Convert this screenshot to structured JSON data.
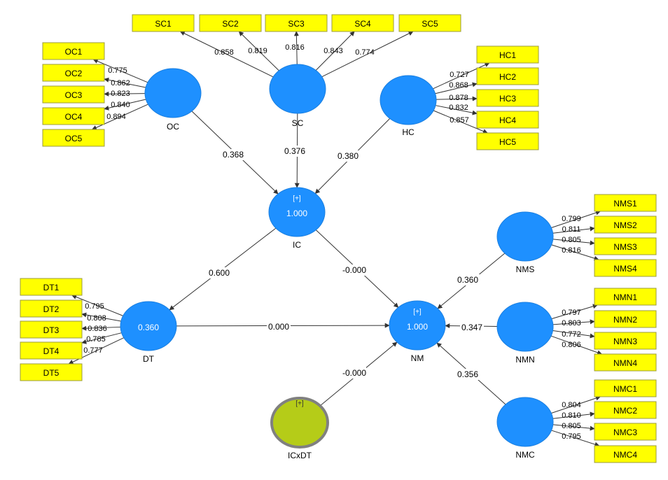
{
  "constructs": [
    {
      "id": "OC",
      "label": "OC"
    },
    {
      "id": "SC",
      "label": "SC"
    },
    {
      "id": "HC",
      "label": "HC"
    },
    {
      "id": "IC",
      "label": "IC",
      "plus": "[+]",
      "value": "1.000"
    },
    {
      "id": "DT",
      "label": "DT",
      "value": "0.360"
    },
    {
      "id": "NM",
      "label": "NM",
      "plus": "[+]",
      "value": "1.000"
    },
    {
      "id": "NMS",
      "label": "NMS"
    },
    {
      "id": "NMN",
      "label": "NMN"
    },
    {
      "id": "NMC",
      "label": "NMC"
    },
    {
      "id": "ICxDT",
      "label": "ICxDT",
      "plus": "[+]",
      "moderator": true
    }
  ],
  "indicators": {
    "SC": [
      {
        "name": "SC1",
        "loading": "0.858"
      },
      {
        "name": "SC2",
        "loading": "0.819"
      },
      {
        "name": "SC3",
        "loading": "0.816"
      },
      {
        "name": "SC4",
        "loading": "0.843"
      },
      {
        "name": "SC5",
        "loading": "0.774"
      }
    ],
    "OC": [
      {
        "name": "OC1",
        "loading": "0.775"
      },
      {
        "name": "OC2",
        "loading": "0.862"
      },
      {
        "name": "OC3",
        "loading": "0.823"
      },
      {
        "name": "OC4",
        "loading": "0.840"
      },
      {
        "name": "OC5",
        "loading": "0.894"
      }
    ],
    "HC": [
      {
        "name": "HC1",
        "loading": "0.727"
      },
      {
        "name": "HC2",
        "loading": "0.868"
      },
      {
        "name": "HC3",
        "loading": "0.878"
      },
      {
        "name": "HC4",
        "loading": "0.832"
      },
      {
        "name": "HC5",
        "loading": "0.857"
      }
    ],
    "DT": [
      {
        "name": "DT1",
        "loading": "0.795"
      },
      {
        "name": "DT2",
        "loading": "0.808"
      },
      {
        "name": "DT3",
        "loading": "0.836"
      },
      {
        "name": "DT4",
        "loading": "0.785"
      },
      {
        "name": "DT5",
        "loading": "0.777"
      }
    ],
    "NMS": [
      {
        "name": "NMS1",
        "loading": "0.799"
      },
      {
        "name": "NMS2",
        "loading": "0.811"
      },
      {
        "name": "NMS3",
        "loading": "0.805"
      },
      {
        "name": "NMS4",
        "loading": "0.816"
      }
    ],
    "NMN": [
      {
        "name": "NMN1",
        "loading": "0.797"
      },
      {
        "name": "NMN2",
        "loading": "0.803"
      },
      {
        "name": "NMN3",
        "loading": "0.772"
      },
      {
        "name": "NMN4",
        "loading": "0.806"
      }
    ],
    "NMC": [
      {
        "name": "NMC1",
        "loading": "0.804"
      },
      {
        "name": "NMC2",
        "loading": "0.810"
      },
      {
        "name": "NMC3",
        "loading": "0.805"
      },
      {
        "name": "NMC4",
        "loading": "0.795"
      }
    ]
  },
  "paths": [
    {
      "from": "OC",
      "to": "IC",
      "coef": "0.368"
    },
    {
      "from": "SC",
      "to": "IC",
      "coef": "0.376"
    },
    {
      "from": "HC",
      "to": "IC",
      "coef": "0.380"
    },
    {
      "from": "IC",
      "to": "DT",
      "coef": "0.600"
    },
    {
      "from": "IC",
      "to": "NM",
      "coef": "-0.000"
    },
    {
      "from": "DT",
      "to": "NM",
      "coef": "0.000"
    },
    {
      "from": "NMS",
      "to": "NM",
      "coef": "0.360"
    },
    {
      "from": "NMN",
      "to": "NM",
      "coef": "0.347"
    },
    {
      "from": "NMC",
      "to": "NM",
      "coef": "0.356"
    },
    {
      "from": "ICxDT",
      "to": "NM",
      "coef": "-0.000"
    }
  ],
  "colors": {
    "indicator": "#ffff00",
    "construct": "#1e90ff",
    "moderator": "#b5cc18"
  }
}
